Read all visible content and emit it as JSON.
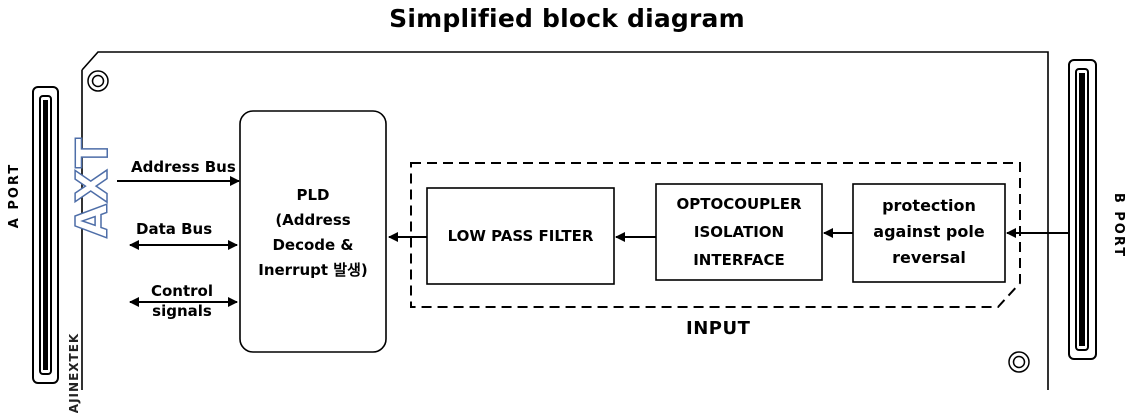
{
  "title": "Simplified block diagram",
  "ports": {
    "a_port": "A PORT",
    "b_port": "B PORT"
  },
  "logo": {
    "mark": "AXT",
    "brand": "AJINEXTEK"
  },
  "signals": {
    "address_bus": "Address Bus",
    "data_bus": "Data Bus",
    "control_line1": "Control",
    "control_line2": "signals"
  },
  "blocks": {
    "pld": [
      "PLD",
      "(Address",
      "Decode &",
      "Inerrupt 발생)"
    ],
    "low_pass_filter": "LOW PASS FILTER",
    "optocoupler": [
      "OPTOCOUPLER",
      "ISOLATION",
      "INTERFACE"
    ],
    "protection": [
      "protection",
      "against pole",
      "reversal"
    ]
  },
  "group_label": "INPUT"
}
